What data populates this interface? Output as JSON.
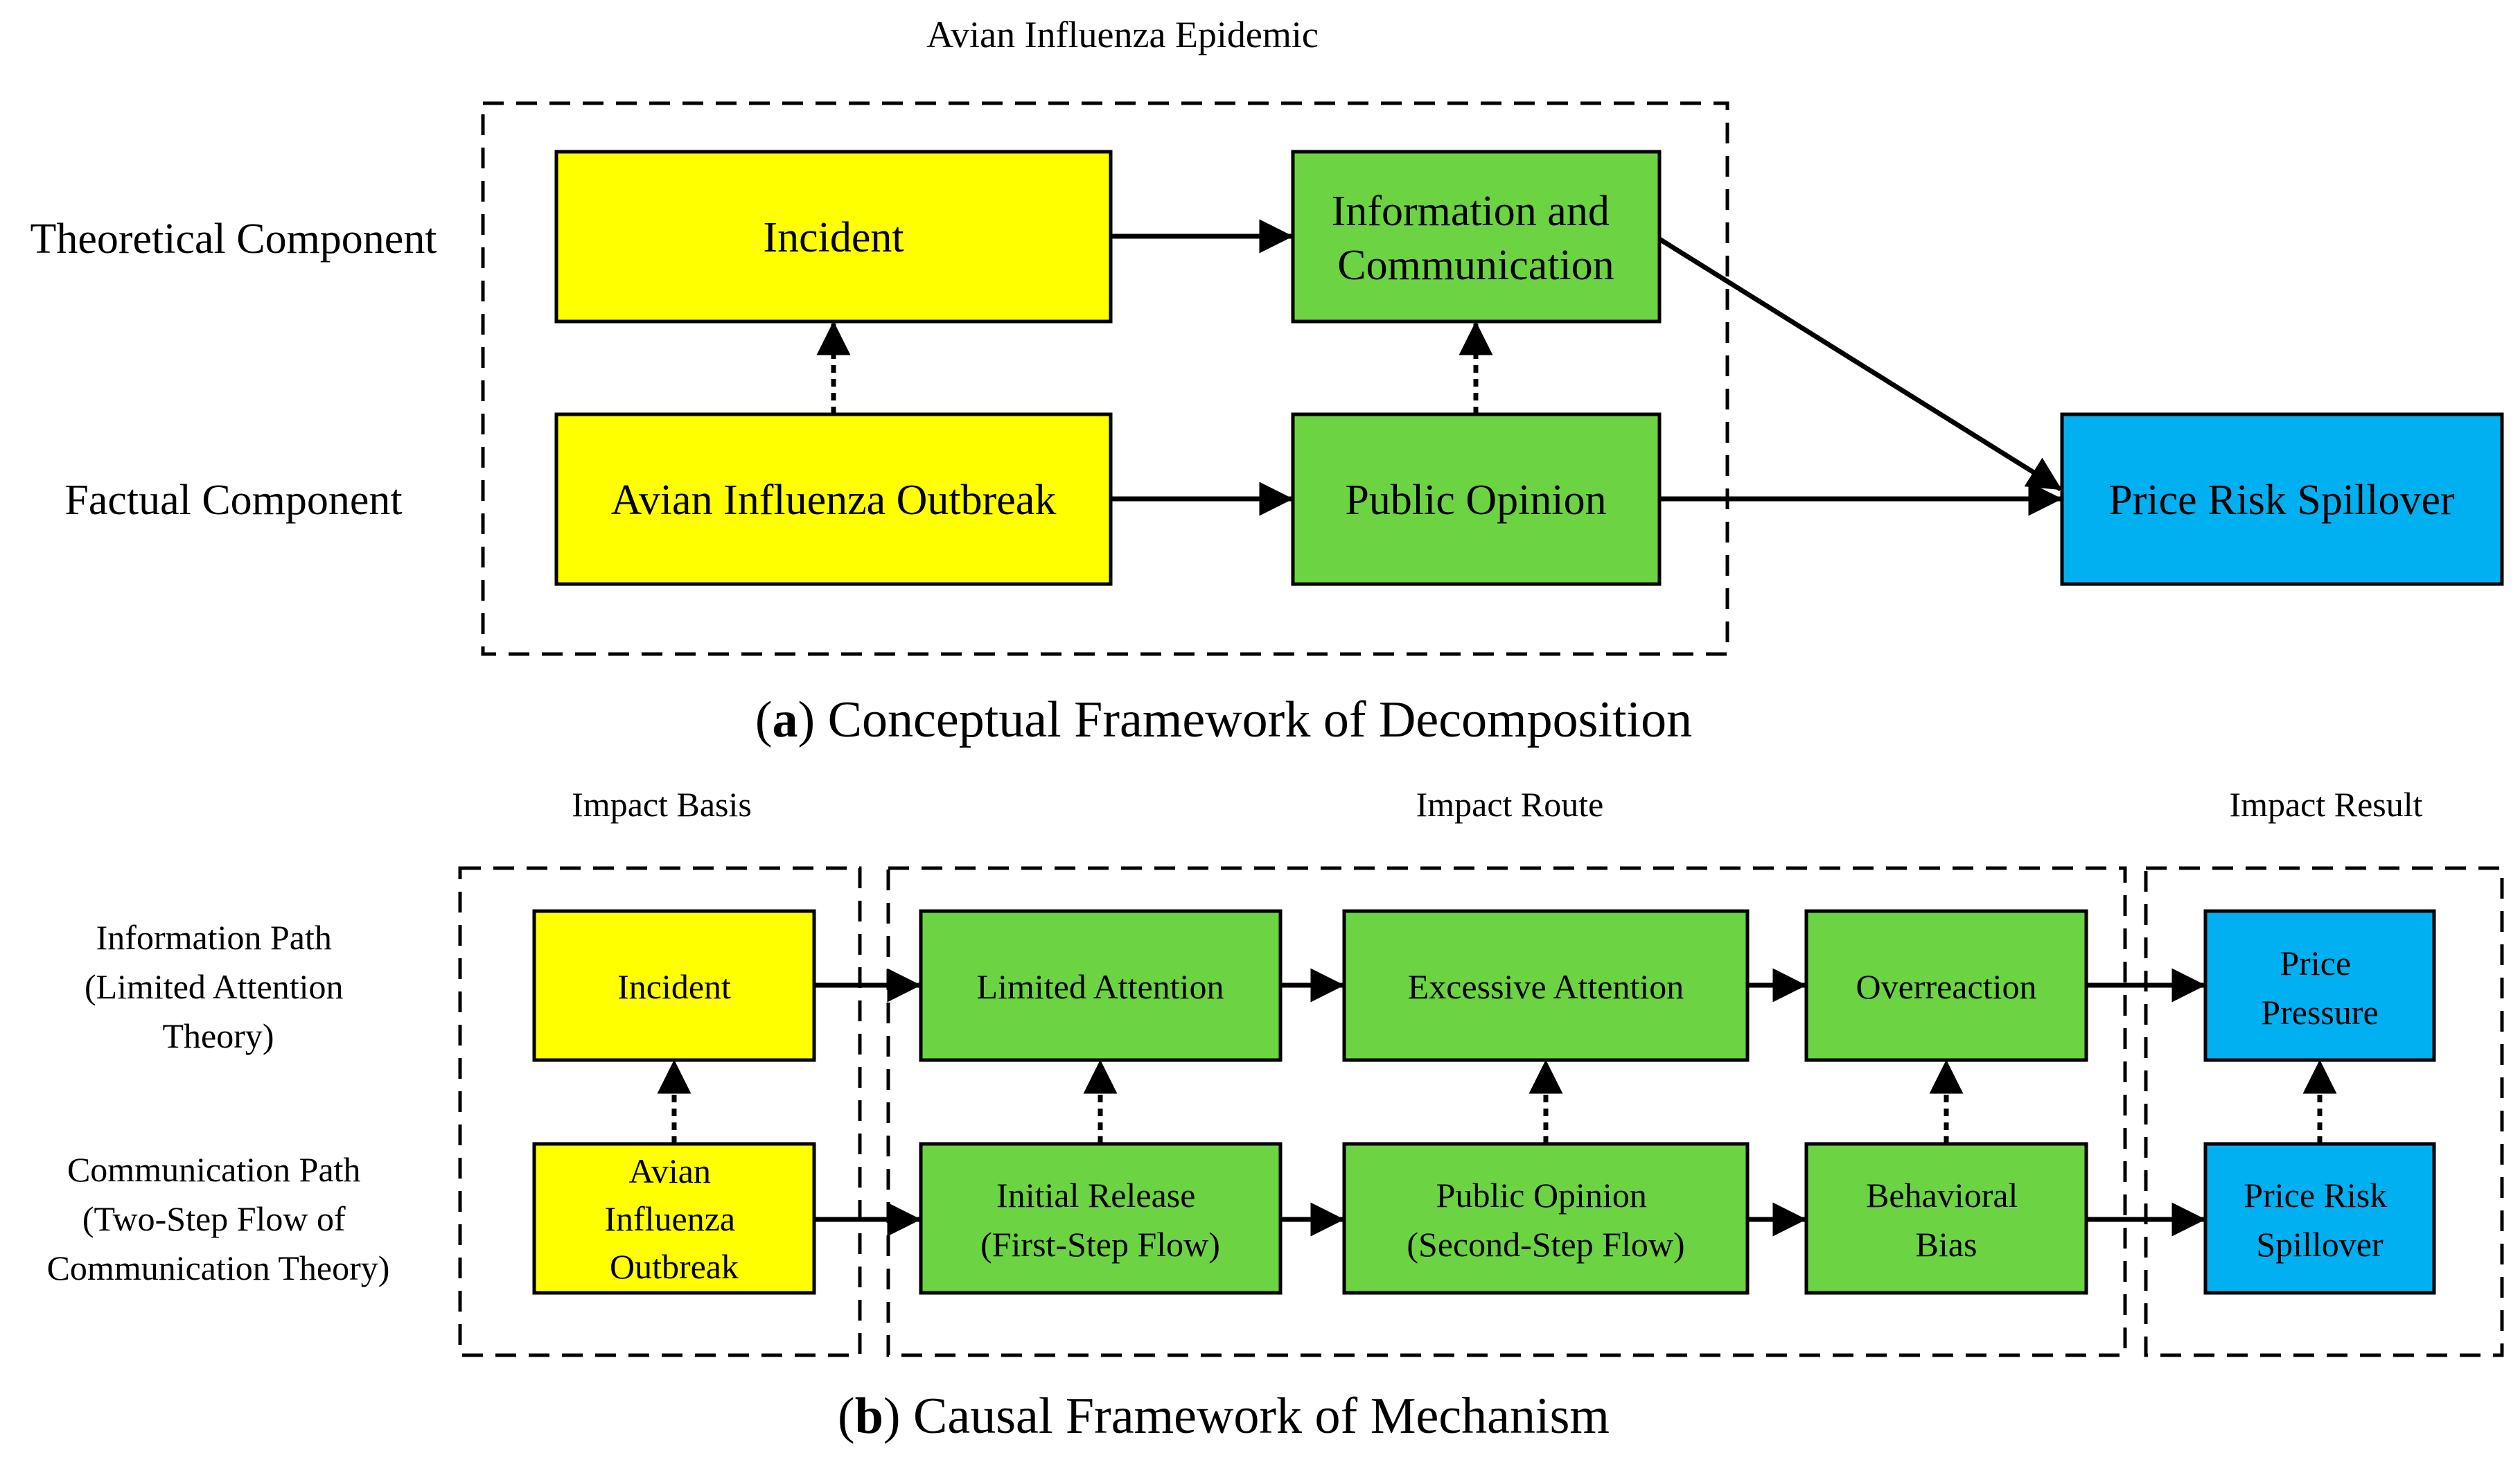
{
  "colors": {
    "yellow": "#ffff00",
    "green": "#6cd443",
    "blue": "#00b0f0"
  },
  "part_a": {
    "title": "Avian Influenza Epidemic",
    "row_labels": {
      "theoretical": "Theoretical Component",
      "factual": "Factual Component"
    },
    "nodes": {
      "incident": "Incident",
      "info_comm": [
        "Information and",
        "Communication"
      ],
      "outbreak": "Avian Influenza Outbreak",
      "public_opinion": "Public Opinion",
      "spillover": "Price Risk Spillover"
    },
    "caption": {
      "letter": "a",
      "open": "(",
      "close": ")",
      "text": " Conceptual Framework of Decomposition"
    }
  },
  "part_b": {
    "headers": {
      "basis": "Impact Basis",
      "route": "Impact Route",
      "result": "Impact Result"
    },
    "row_labels": {
      "info_path": [
        "Information Path",
        "(Limited Attention",
        "Theory)"
      ],
      "comm_path": [
        "Communication Path",
        "(Two-Step Flow of",
        "Communication Theory)"
      ]
    },
    "nodes": {
      "incident": "Incident",
      "limited_attention": "Limited Attention",
      "excessive_attention": "Excessive Attention",
      "overreaction": "Overreaction",
      "price_pressure": [
        "Price",
        "Pressure"
      ],
      "outbreak": [
        "Avian",
        "Influenza",
        "Outbreak"
      ],
      "initial_release": [
        "Initial Release",
        "(First-Step Flow)"
      ],
      "public_opinion": [
        "Public Opinion",
        "(Second-Step Flow)"
      ],
      "behavioral_bias": [
        "Behavioral",
        "Bias"
      ],
      "price_risk_spillover": [
        "Price Risk",
        "Spillover"
      ]
    },
    "caption": {
      "letter": "b",
      "open": "(",
      "close": ")",
      "text": " Causal Framework of Mechanism"
    }
  }
}
